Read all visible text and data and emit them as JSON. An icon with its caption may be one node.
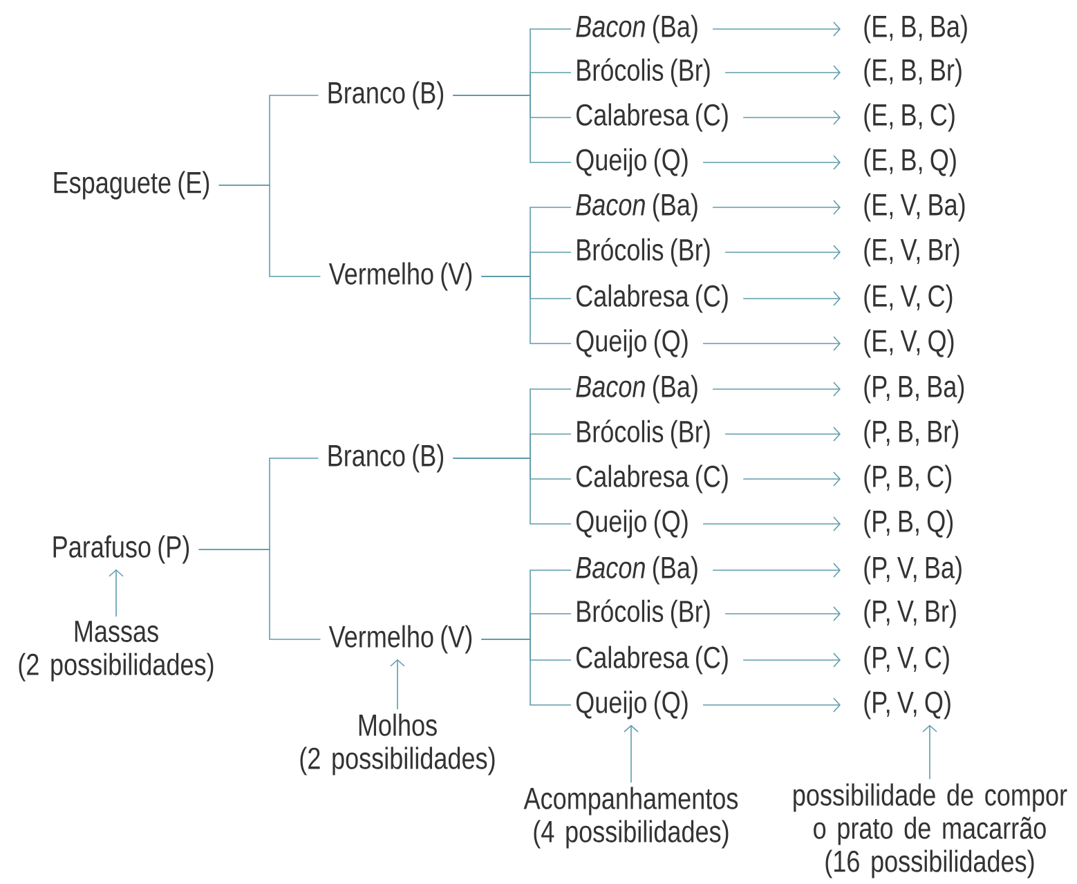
{
  "diagram": {
    "nodes": [
      {
        "text": [
          "Espaguete (E)"
        ]
      },
      {
        "text": [
          "Parafuso (P)"
        ]
      },
      {
        "text": [
          "Branco (B)"
        ]
      },
      {
        "text": [
          "Vermelho (V)"
        ]
      },
      {
        "text": [
          "Branco (B)"
        ]
      },
      {
        "text": [
          "Vermelho (V)"
        ]
      },
      {
        "text": [
          "*Bacon* (Ba)"
        ]
      },
      {
        "text": [
          "Brócolis (Br)"
        ]
      },
      {
        "text": [
          "Calabresa (C)"
        ]
      },
      {
        "text": [
          "Queijo (Q)"
        ]
      },
      {
        "text": [
          "*Bacon* (Ba)"
        ]
      },
      {
        "text": [
          "Brócolis (Br)"
        ]
      },
      {
        "text": [
          "Calabresa (C)"
        ]
      },
      {
        "text": [
          "Queijo (Q)"
        ]
      },
      {
        "text": [
          "*Bacon* (Ba)"
        ]
      },
      {
        "text": [
          "Brócolis (Br)"
        ]
      },
      {
        "text": [
          "Calabresa (C)"
        ]
      },
      {
        "text": [
          "Queijo (Q)"
        ]
      },
      {
        "text": [
          "*Bacon* (Ba)"
        ]
      },
      {
        "text": [
          "Brócolis (Br)"
        ]
      },
      {
        "text": [
          "Calabresa (C)"
        ]
      },
      {
        "text": [
          "Queijo (Q)"
        ]
      },
      {
        "text": [
          "(E, B, Ba)"
        ]
      },
      {
        "text": [
          "(E, B, Br)"
        ]
      },
      {
        "text": [
          "(E, B, C)"
        ]
      },
      {
        "text": [
          "(E, B, Q)"
        ]
      },
      {
        "text": [
          "(E, V, Ba)"
        ]
      },
      {
        "text": [
          "(E, V, Br)"
        ]
      },
      {
        "text": [
          "(E, V, C)"
        ]
      },
      {
        "text": [
          "(E, V, Q)"
        ]
      },
      {
        "text": [
          "(P, B, Ba)"
        ]
      },
      {
        "text": [
          "(P, B, Br)"
        ]
      },
      {
        "text": [
          "(P, B, C)"
        ]
      },
      {
        "text": [
          "(P, B, Q)"
        ]
      },
      {
        "text": [
          "(P, V, Ba)"
        ]
      },
      {
        "text": [
          "(P, V, Br)"
        ]
      },
      {
        "text": [
          "(P, V, C)"
        ]
      },
      {
        "text": [
          "(P, V, Q)"
        ]
      },
      {
        "text": [
          "Massas",
          "(2 possibilidades)"
        ]
      },
      {
        "text": [
          "Molhos",
          "(2 possibilidades)"
        ]
      },
      {
        "text": [
          "Acompanhamentos",
          "(4 possibilidades)"
        ]
      },
      {
        "text": [
          "possibilidade de compor o prato de macarrão",
          "(16 possibilidades)"
        ]
      }
    ],
    "edges": [
      {
        "from": 0,
        "to": 2,
        "arrow": "none"
      },
      {
        "from": 0,
        "to": 3,
        "arrow": "none"
      },
      {
        "from": 1,
        "to": 4,
        "arrow": "none"
      },
      {
        "from": 1,
        "to": 5,
        "arrow": "none"
      },
      {
        "from": 2,
        "to": 6,
        "arrow": "none"
      },
      {
        "from": 2,
        "to": 7,
        "arrow": "none"
      },
      {
        "from": 2,
        "to": 8,
        "arrow": "none"
      },
      {
        "from": 2,
        "to": 9,
        "arrow": "none"
      },
      {
        "from": 3,
        "to": 10,
        "arrow": "none"
      },
      {
        "from": 3,
        "to": 11,
        "arrow": "none"
      },
      {
        "from": 3,
        "to": 12,
        "arrow": "none"
      },
      {
        "from": 3,
        "to": 13,
        "arrow": "none"
      },
      {
        "from": 4,
        "to": 14,
        "arrow": "none"
      },
      {
        "from": 4,
        "to": 15,
        "arrow": "none"
      },
      {
        "from": 4,
        "to": 16,
        "arrow": "none"
      },
      {
        "from": 4,
        "to": 17,
        "arrow": "none"
      },
      {
        "from": 5,
        "to": 18,
        "arrow": "none"
      },
      {
        "from": 5,
        "to": 19,
        "arrow": "none"
      },
      {
        "from": 5,
        "to": 20,
        "arrow": "none"
      },
      {
        "from": 5,
        "to": 21,
        "arrow": "none"
      },
      {
        "from": 6,
        "to": 22,
        "arrow": "to"
      },
      {
        "from": 7,
        "to": 23,
        "arrow": "to"
      },
      {
        "from": 8,
        "to": 24,
        "arrow": "to"
      },
      {
        "from": 9,
        "to": 25,
        "arrow": "to"
      },
      {
        "from": 10,
        "to": 26,
        "arrow": "to"
      },
      {
        "from": 11,
        "to": 27,
        "arrow": "to"
      },
      {
        "from": 12,
        "to": 28,
        "arrow": "to"
      },
      {
        "from": 13,
        "to": 29,
        "arrow": "to"
      },
      {
        "from": 14,
        "to": 30,
        "arrow": "to"
      },
      {
        "from": 15,
        "to": 31,
        "arrow": "to"
      },
      {
        "from": 16,
        "to": 32,
        "arrow": "to"
      },
      {
        "from": 17,
        "to": 33,
        "arrow": "to"
      },
      {
        "from": 18,
        "to": 34,
        "arrow": "to"
      },
      {
        "from": 19,
        "to": 35,
        "arrow": "to"
      },
      {
        "from": 20,
        "to": 36,
        "arrow": "to"
      },
      {
        "from": 21,
        "to": 37,
        "arrow": "to"
      },
      {
        "from": 38,
        "to": 1,
        "arrow": "to"
      },
      {
        "from": 39,
        "to": 5,
        "arrow": "to"
      },
      {
        "from": 40,
        "to": 21,
        "arrow": "to"
      },
      {
        "from": 41,
        "to": 37,
        "arrow": "to"
      }
    ]
  }
}
